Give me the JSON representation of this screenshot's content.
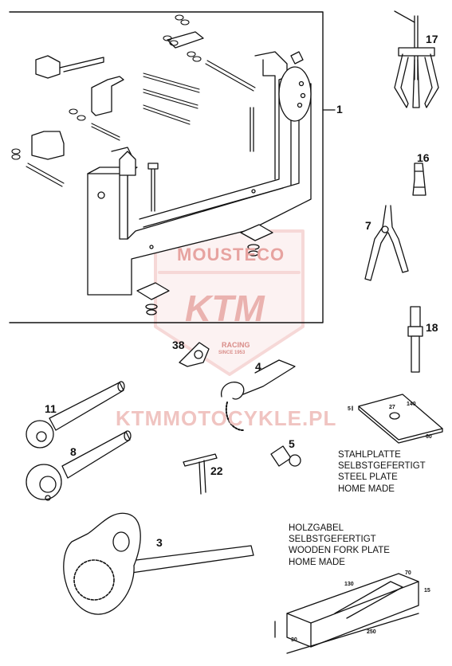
{
  "callouts": {
    "c1": "1",
    "c17": "17",
    "c16": "16",
    "c7": "7",
    "c18": "18",
    "c38": "38",
    "c4": "4",
    "c11": "11",
    "c8": "8",
    "c5": "5",
    "c22": "22",
    "c3": "3"
  },
  "steel_plate": {
    "lines": [
      "STAHLPLATTE",
      "SELBSTGEFERTIGT",
      "STEEL PLATE",
      "HOME MADE"
    ],
    "dims": {
      "length": "140",
      "width": "60",
      "thickness": "5",
      "hole": "27"
    }
  },
  "wooden_fork_plate": {
    "lines": [
      "HOLZGABEL",
      "SELBSTGEFERTIGT",
      "WOODEN FORK PLATE",
      "HOME MADE"
    ],
    "dims": {
      "top": "130",
      "depth": "70",
      "height": "15",
      "front": "30",
      "length": "250"
    }
  },
  "watermark": {
    "brand_top": "MOUSTECO",
    "brand_logo": "KTM",
    "brand_sub": "RACING",
    "brand_since": "SINCE 1953",
    "site": "KTMMOTOCYKLE.PL",
    "color": "#d9534f"
  }
}
